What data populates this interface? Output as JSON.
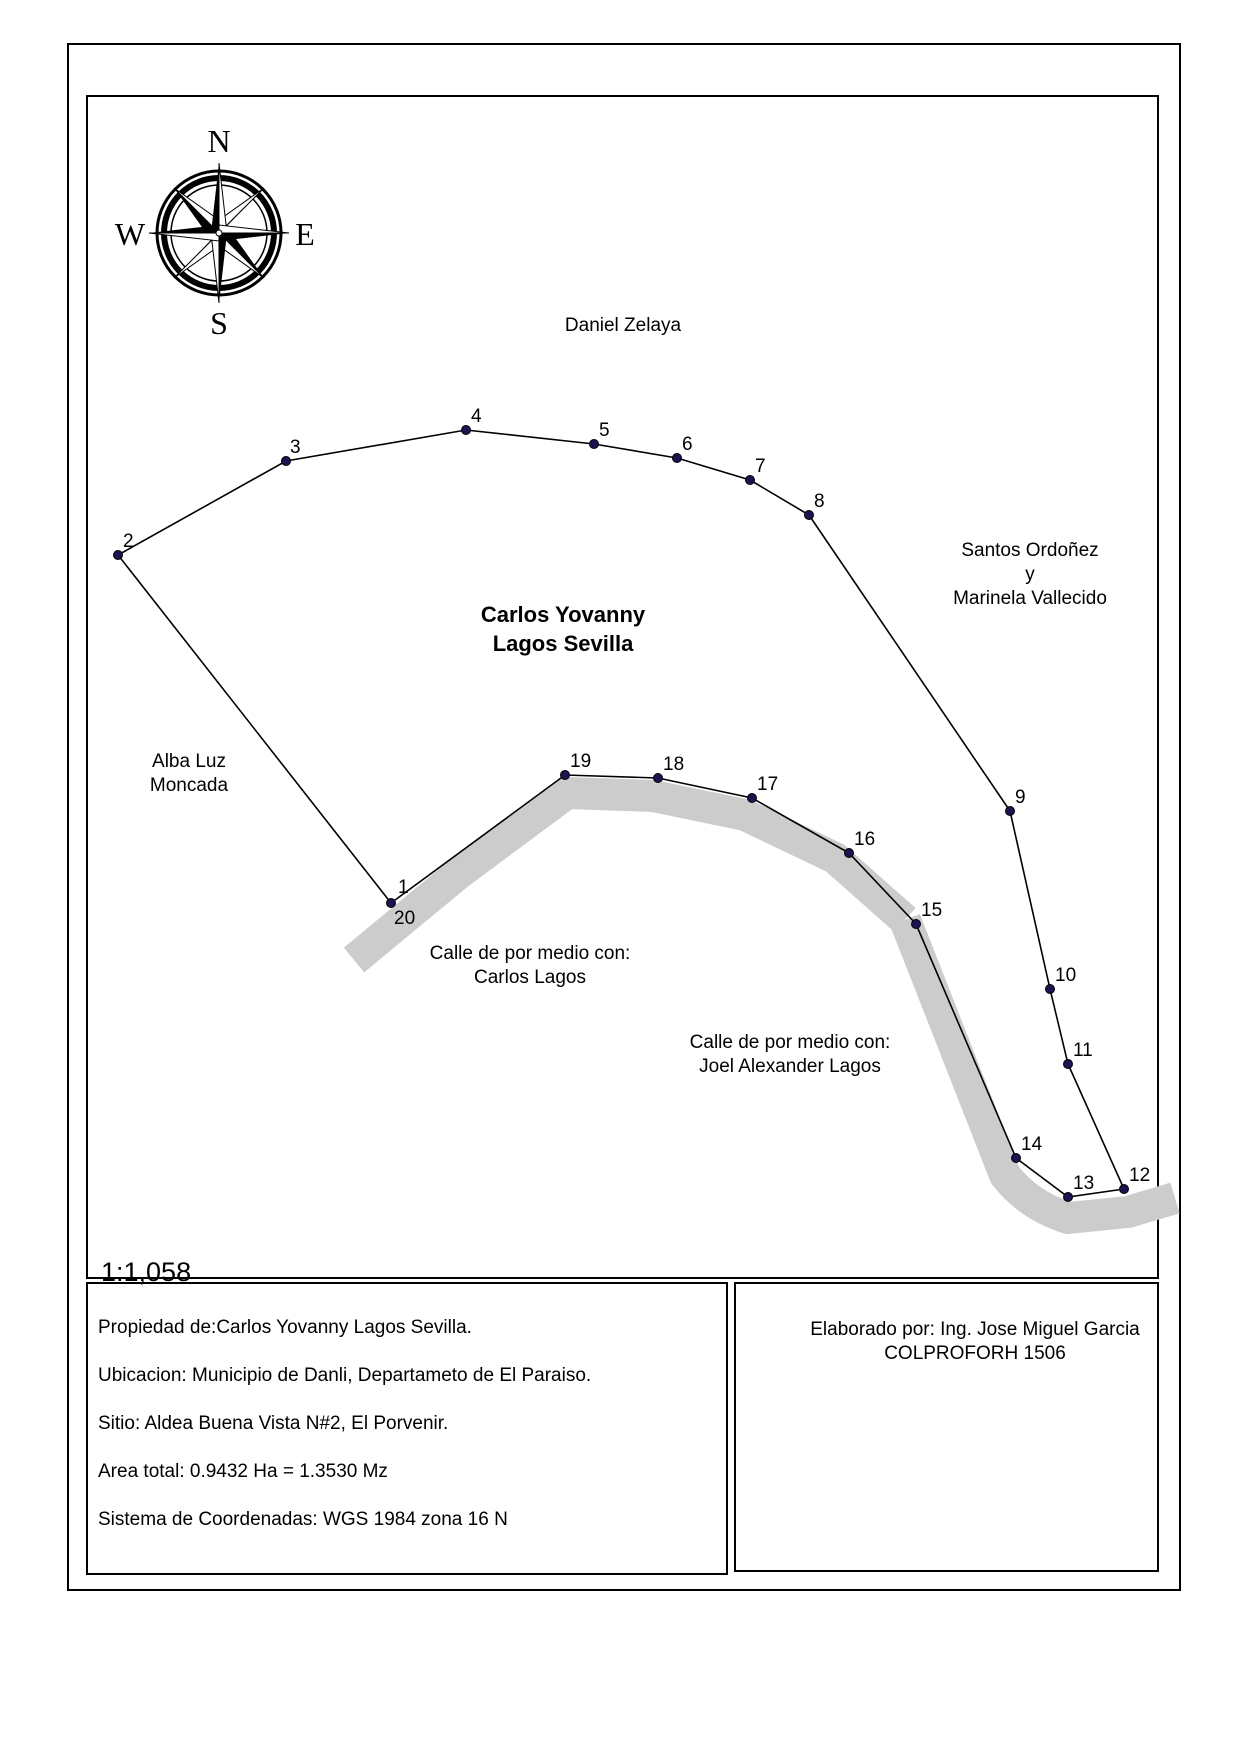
{
  "scale": "1:1,058",
  "compass": {
    "n": "N",
    "s": "S",
    "e": "E",
    "w": "W"
  },
  "owner_label": {
    "line1": "Carlos Yovanny",
    "line2": "Lagos Sevilla"
  },
  "neighbors": {
    "north": "Daniel Zelaya",
    "east_line1": "Santos Ordoñez",
    "east_line2": "y",
    "east_line3": "Marinela Vallecido",
    "west_line1": "Alba Luz",
    "west_line2": "Moncada",
    "street1_line1": "Calle de por medio con:",
    "street1_line2": "Carlos Lagos",
    "street2_line1": "Calle de por medio con:",
    "street2_line2": "Joel Alexander Lagos"
  },
  "vertices": [
    "1",
    "2",
    "3",
    "4",
    "5",
    "6",
    "7",
    "8",
    "9",
    "10",
    "11",
    "12",
    "13",
    "14",
    "15",
    "16",
    "17",
    "18",
    "19",
    "20"
  ],
  "info": {
    "propiedad": "Propiedad de:Carlos Yovanny Lagos Sevilla.",
    "ubicacion": "Ubicacion: Municipio de Danli, Departameto de El Paraiso.",
    "sitio": "Sitio:  Aldea Buena Vista N#2,  El Porvenir.",
    "area": "Area total: 0.9432 Ha = 1.3530 Mz",
    "sistema": "Sistema de Coordenadas: WGS 1984 zona 16 N"
  },
  "author": {
    "line1": "Elaborado por: Ing. Jose Miguel Garcia",
    "line2": "COLPROFORH 1506"
  },
  "colors": {
    "road": "#cccccc",
    "vertex_fill": "#1a1450",
    "line": "#000000"
  }
}
